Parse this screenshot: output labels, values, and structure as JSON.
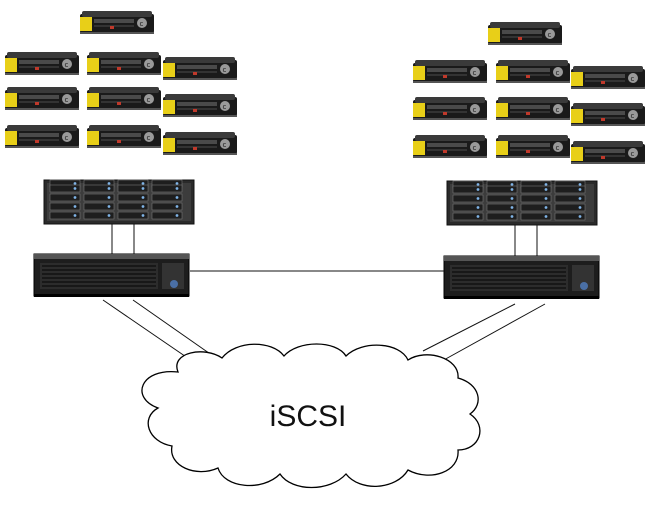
{
  "cloud": {
    "label": "iSCSI"
  },
  "colors": {
    "drive_dark": "#1a1a1a",
    "drive_yellow": "#e8cf18",
    "chassis": "#2a2a2a",
    "link": "#111111",
    "cloud_fill": "#ffffff",
    "cloud_stroke": "#000000"
  },
  "sites": [
    {
      "name": "left-site",
      "drive_count": 10
    },
    {
      "name": "right-site",
      "drive_count": 10
    }
  ]
}
